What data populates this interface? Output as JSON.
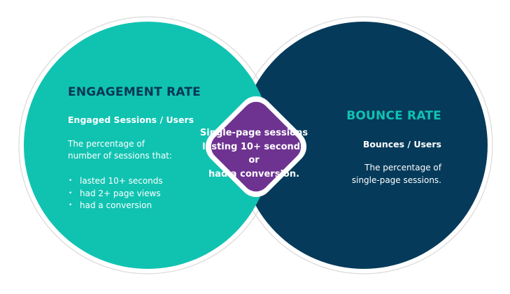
{
  "colors": {
    "engagement": "#10c3b1",
    "bounce": "#053a5a",
    "overlap": "#6e3391",
    "outline": "#d9d9d9",
    "engagement_text": "#ffffff",
    "bounce_title": "#10c3b1",
    "bounce_text": "#ffffff",
    "left_title": "#063755"
  },
  "left": {
    "title": "ENGAGEMENT RATE",
    "formula": "Engaged Sessions / Users",
    "description_line1": "The percentage of",
    "description_line2": "number of sessions that:",
    "bullets": [
      "lasted 10+ seconds",
      "had 2+ page views",
      "had a conversion"
    ]
  },
  "right": {
    "title": "BOUNCE RATE",
    "formula": "Bounces / Users",
    "description_line1": "The percentage of",
    "description_line2": "single-page sessions."
  },
  "overlap": {
    "line1": "Single-page sessions",
    "line2": "lasting 10+ seconds or",
    "line3": "had a conversion."
  }
}
